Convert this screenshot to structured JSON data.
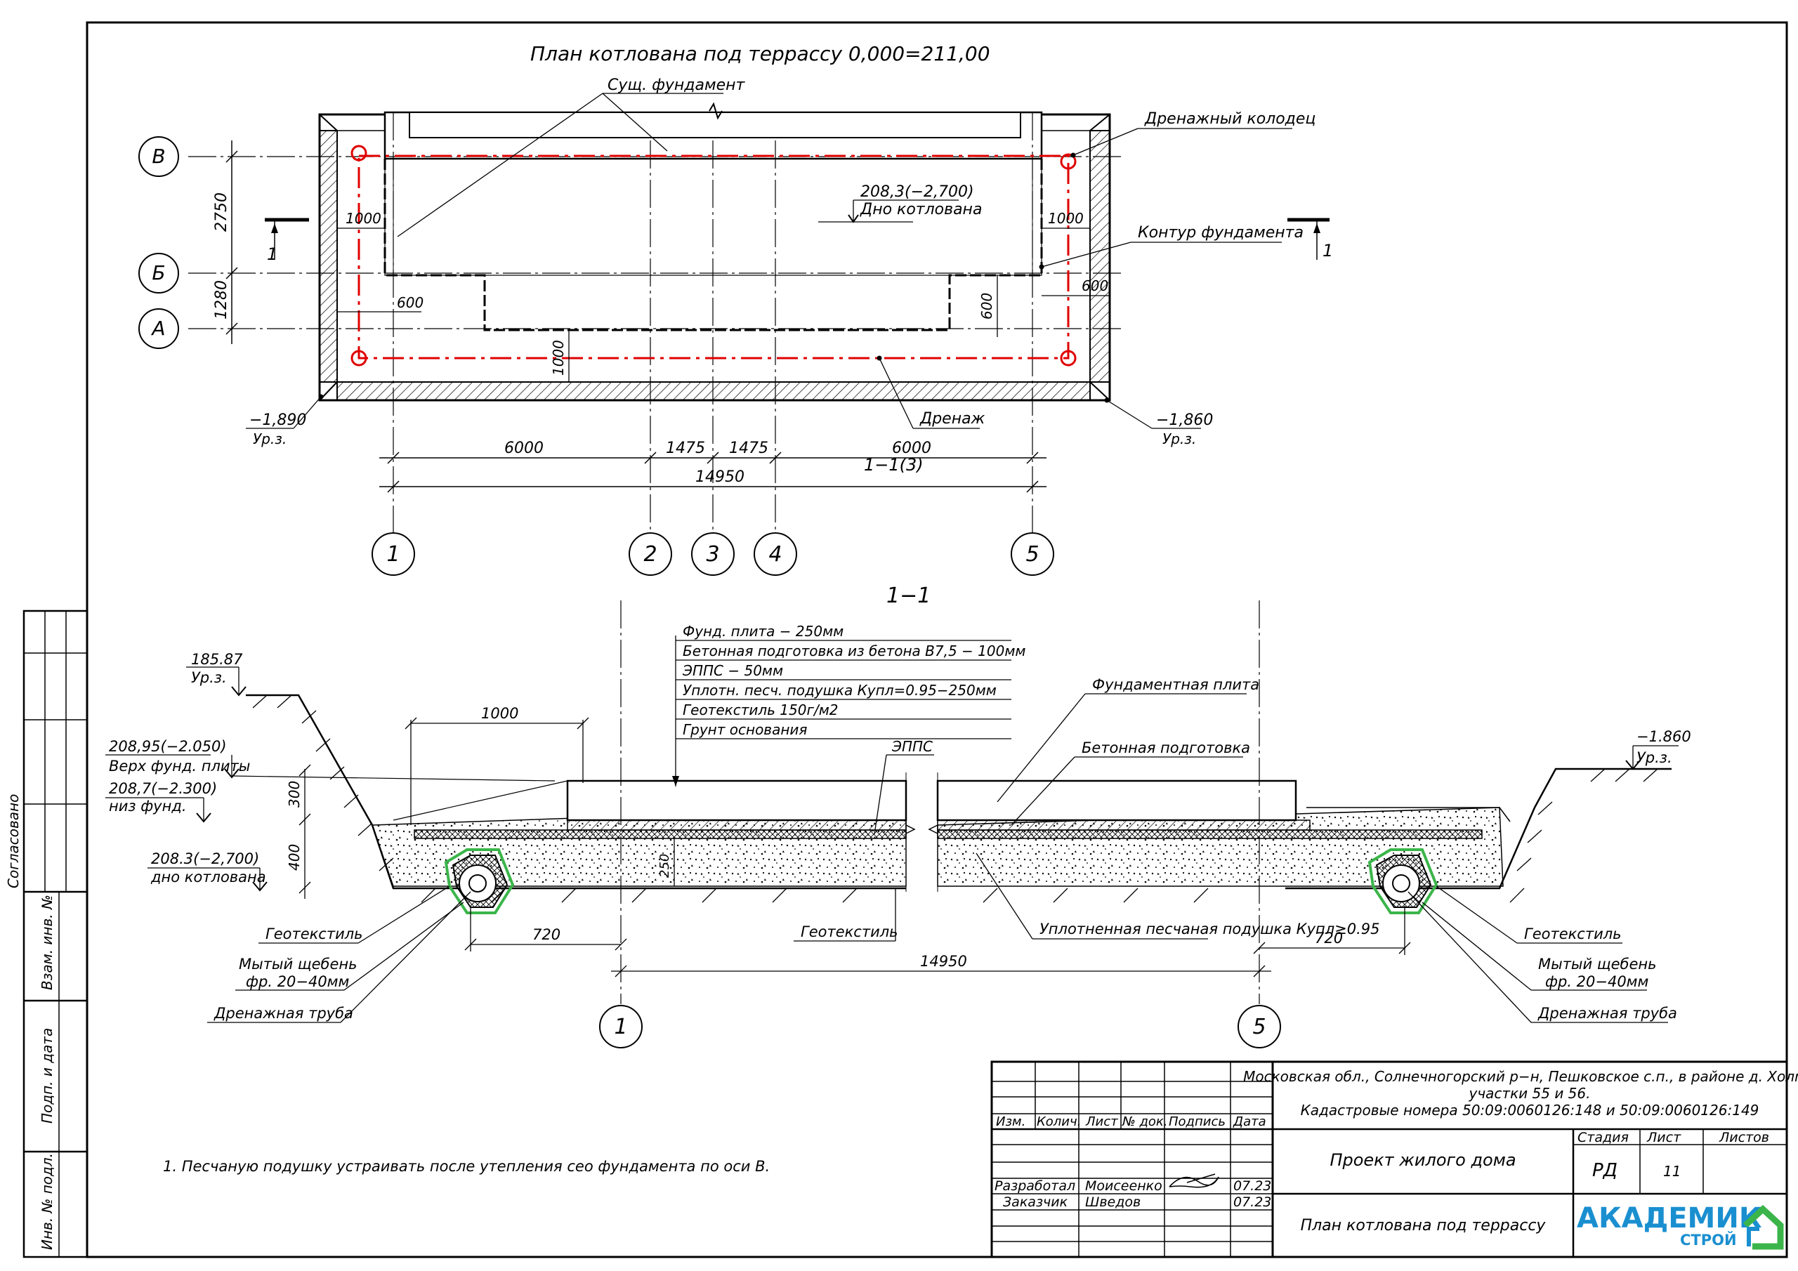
{
  "plan": {
    "title": "План котлована под террассу 0,000=211,00",
    "callout_existing_foundation": "Сущ. фундамент",
    "callout_drain_well": "Дренажный колодец",
    "callout_foundation_contour": "Контур фундамента",
    "callout_drainage": "Дренаж",
    "pit_bottom_level": "208,3(−2,700)",
    "pit_bottom_label": "Дно котлована",
    "ground_level_left": "−1,890",
    "ground_level_right": "−1,860",
    "ground_label": "Ур.з.",
    "section_mark": "1",
    "section_ref": "1−1(3)",
    "grid_axes_rows": [
      "В",
      "Б",
      "А"
    ],
    "grid_axes_cols": [
      "1",
      "2",
      "3",
      "4",
      "5"
    ],
    "dim_vertical": [
      "2750",
      "1280"
    ],
    "dim_offsets": [
      "1000",
      "1000",
      "600",
      "600",
      "600",
      "1000"
    ],
    "dim_spans": [
      "6000",
      "1475",
      "1475",
      "6000"
    ],
    "dim_total": "14950"
  },
  "section": {
    "title": "1−1",
    "layers": [
      "Фунд. плита − 250мм",
      "Бетонная подготовка из бетона В7,5 − 100мм",
      "ЭППС − 50мм",
      "Уплотн. песч. подушка Купл=0.95−250мм",
      "Геотекстиль 150г/м2",
      "Грунт основания"
    ],
    "eppс_label": "ЭППС",
    "slab_label": "Фундаментная плита",
    "concrete_prep_label": "Бетонная подготовка",
    "sand_cushion_label": "Уплотненная песчаная подушка Купл≥0.95",
    "geotextile_label": "Геотекстиль",
    "gravel_label": "Мытый щебень",
    "gravel_fraction": "фр. 20−40мм",
    "drain_pipe_label": "Дренажная труба",
    "level_top_ground": "185.87",
    "level_top_slab": "208,95(−2.050)",
    "level_top_slab_label": "Верх фунд. плиты",
    "level_bottom_found": "208,7(−2.300)",
    "level_bottom_found_label": "низ фунд.",
    "level_pit_bottom": "208.3(−2,700)",
    "level_pit_bottom_label": "дно котлована",
    "level_right": "−1.860",
    "ground_label": "Ур.з.",
    "dim_1000": "1000",
    "dim_300": "300",
    "dim_400": "400",
    "dim_250": "250",
    "dim_720": "720",
    "dim_total": "14950",
    "axis_left": "1",
    "axis_right": "5"
  },
  "note": "1. Песчаную подушку устраивать после утепления сео фундамента по оси В.",
  "side_stamp": {
    "agreed": "Согласовано",
    "replace_inv": "Взам. инв. №",
    "sign_date": "Подп. и дата",
    "inv_orig": "Инв. № подл."
  },
  "title_block": {
    "address": "Московская обл., Солнечногорский р−н, Пешковское с.п., в районе д. Холмы",
    "plots": "участки 55 и 56.",
    "cadastral": "Кадастровые номера 50:09:0060126:148 и 50:09:0060126:149",
    "headers": [
      "Изм.",
      "Колич.",
      "Лист",
      "№ док.",
      "Подпись",
      "Дата"
    ],
    "developed_label": "Разработал",
    "developed_name": "Моисеенко",
    "developed_date": "07.23",
    "customer_label": "Заказчик",
    "customer_name": "Шведов",
    "customer_date": "07.23",
    "project_name": "Проект жилого дома",
    "sheet_title": "План котлована под террассу",
    "stage_header": "Стадия",
    "sheet_header": "Лист",
    "sheets_header": "Листов",
    "stage": "РД",
    "sheet": "11",
    "sheets": "",
    "logo_main": "АКАДЕМИК",
    "logo_sub": "СТРОЙ"
  },
  "colors": {
    "drain_line": "#e00000",
    "logo": "#1a8fd0",
    "logo_accent": "#3bb54a",
    "geotextile": "#3bb54a"
  }
}
